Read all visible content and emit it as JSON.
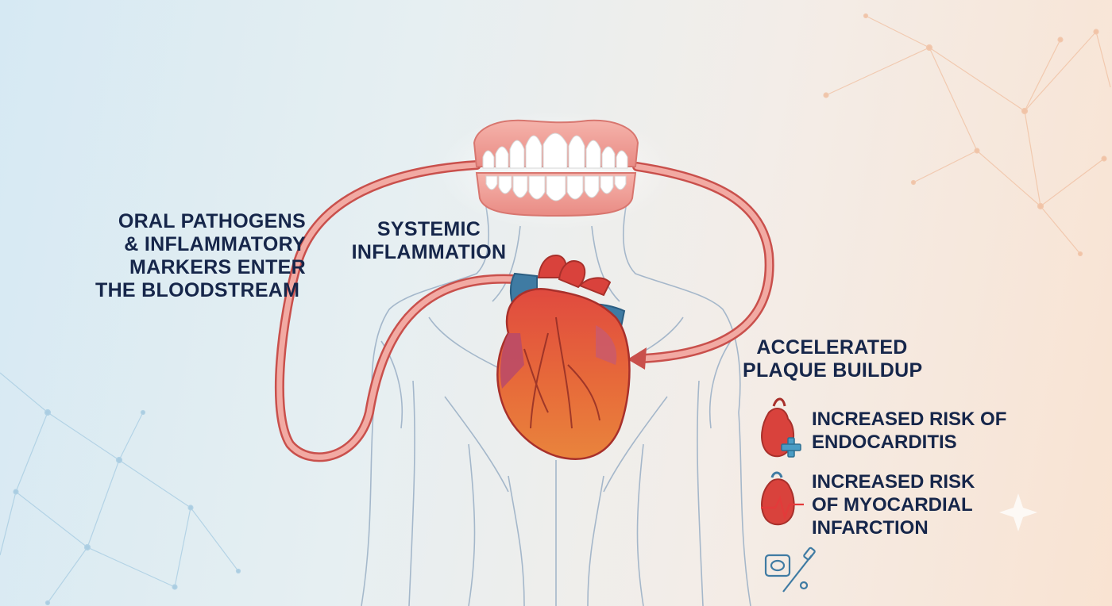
{
  "labels": {
    "oral": [
      "ORAL PATHOGENS",
      "& INFLAMMATORY",
      "MARKERS ENTER",
      "THE BLOODSTREAM"
    ],
    "systemic": [
      "SYSTEMIC",
      "INFLAMMATION"
    ],
    "plaque": [
      "ACCELERATED",
      "PLAQUE BUILDUP"
    ]
  },
  "risks": [
    {
      "icon": "heart-plus-icon",
      "lines": [
        "INCREASED RISK OF",
        "ENDOCARDITIS"
      ]
    },
    {
      "icon": "heart-ecg-icon",
      "lines": [
        "INCREASED RISK",
        "OF MYOCARDIAL",
        "INFARCTION"
      ]
    }
  ],
  "hygiene_icon": "toothbrush-floss-icon",
  "colors": {
    "arrow": "#e08a86",
    "arrow_edge": "#c9504c",
    "heart_red": "#d9423c",
    "heart_orange": "#e8763c",
    "vessel_blue": "#3f7ba3",
    "gum": "#ef9a94",
    "text": "#16264a",
    "plus_blue": "#4a9cc4"
  }
}
